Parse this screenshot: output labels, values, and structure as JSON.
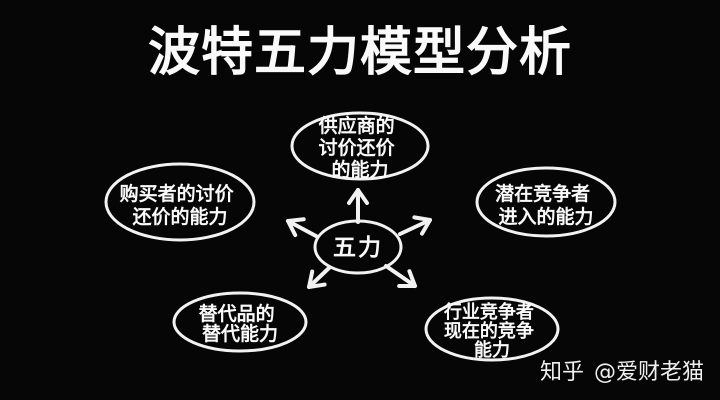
{
  "title": "波特五力模型分析",
  "colors": {
    "background": "#060606",
    "foreground": "#FAFAFA",
    "stroke": "#F2F2F2"
  },
  "diagram": {
    "center": {
      "label": "五力"
    },
    "nodes": {
      "supplier": {
        "lines": [
          "供应商的",
          "讨价还价",
          "的能力"
        ]
      },
      "buyer": {
        "lines": [
          "购买者的讨价",
          "还价的能力"
        ]
      },
      "potential_entrants": {
        "lines": [
          "潜在竞争者",
          "进入的能力"
        ]
      },
      "substitutes": {
        "lines": [
          "替代品的",
          "替代能力"
        ]
      },
      "industry_competitors": {
        "lines": [
          "行业竞争者",
          "现在的竞争",
          "能力"
        ]
      }
    }
  },
  "watermark": {
    "brand": "知乎",
    "author": "@爱财老猫"
  }
}
